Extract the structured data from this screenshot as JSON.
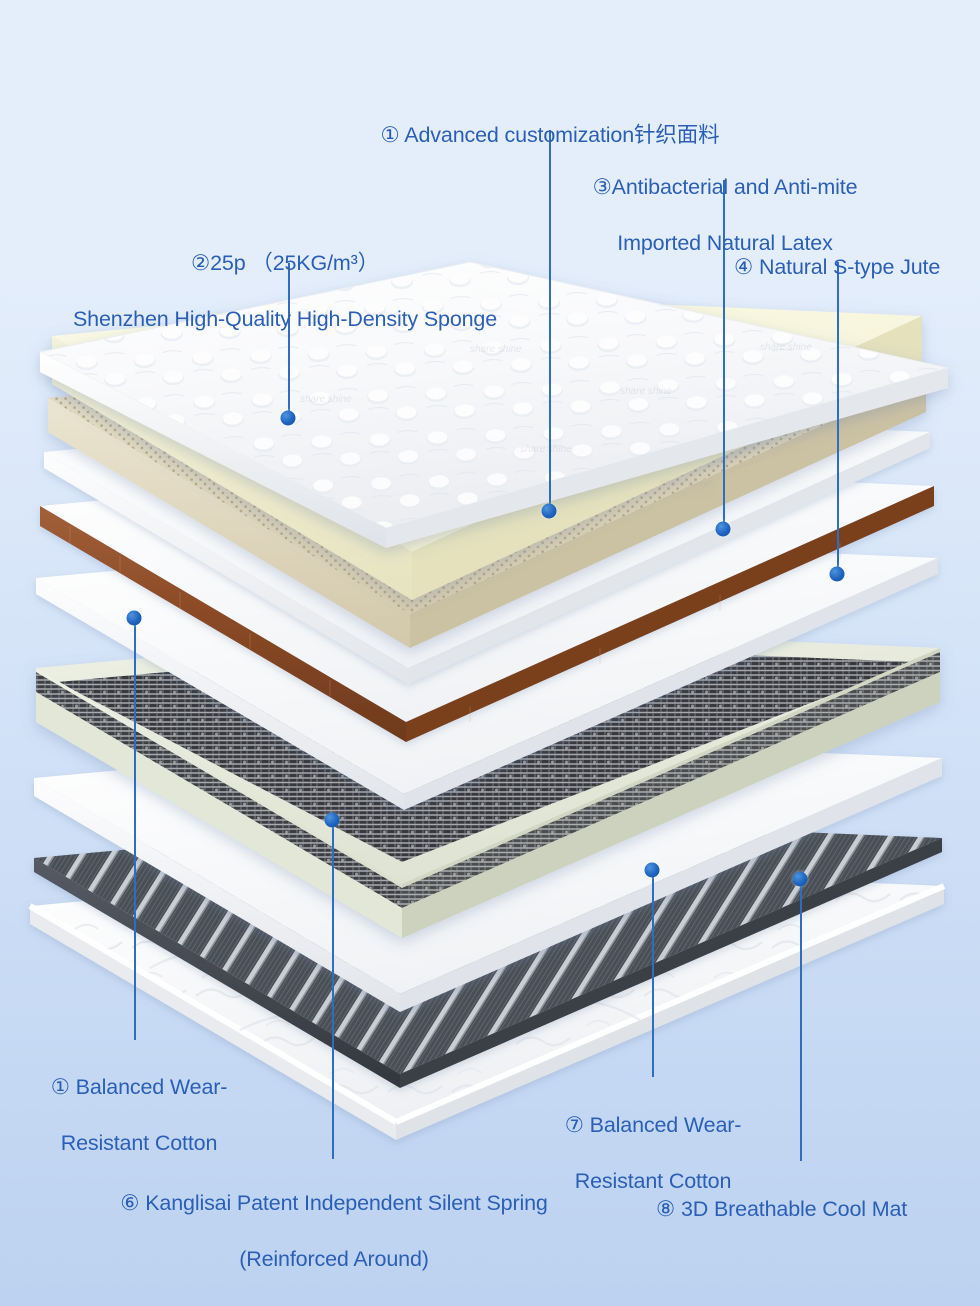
{
  "page": {
    "title": "Mattress Layer Structure Diagram",
    "background_top": "#e4eefb",
    "background_bottom": "#bcd2f0",
    "text_color": "#2a5fb5",
    "leader_color": "#2f6dbe",
    "dot_color": "#1f63bf"
  },
  "labels": [
    {
      "id": "layer-1-knit-fabric",
      "marker": "①",
      "text": "① Advanced customization针织面料",
      "line1": "① Advanced customization针织面料",
      "line2": ""
    },
    {
      "id": "layer-2-sponge",
      "marker": "②",
      "line1": "②25p （25KG/m³）",
      "line2": "Shenzhen High-Quality High-Density Sponge"
    },
    {
      "id": "layer-3-latex",
      "marker": "③",
      "line1": "③Antibacterial and Anti-mite",
      "line2": "Imported Natural Latex"
    },
    {
      "id": "layer-4-jute",
      "marker": "④",
      "line1": "④ Natural S-type Jute",
      "line2": ""
    },
    {
      "id": "layer-5-cotton-top",
      "marker": "①",
      "line1": "① Balanced Wear-",
      "line2": "Resistant Cotton"
    },
    {
      "id": "layer-6-spring",
      "marker": "⑥",
      "line1": "⑥ Kanglisai Patent Independent Silent Spring",
      "line2": "(Reinforced Around)"
    },
    {
      "id": "layer-7-cotton-bottom",
      "marker": "⑦",
      "line1": "⑦ Balanced Wear-",
      "line2": "Resistant Cotton"
    },
    {
      "id": "layer-8-cool-mat",
      "marker": "⑧",
      "line1": "⑧ 3D Breathable Cool Mat",
      "line2": ""
    }
  ],
  "layers": [
    {
      "id": "knit-fabric",
      "name": "Advanced customization knit fabric",
      "color": "#ffffff",
      "side": "#e8eaee"
    },
    {
      "id": "sponge",
      "name": "High-Density Sponge",
      "color": "#f7f6dd",
      "side": "#ecead0"
    },
    {
      "id": "latex",
      "name": "Imported Natural Latex",
      "color": "#ded6bd",
      "side": "#cfc5a8"
    },
    {
      "id": "cotton-upper",
      "name": "Balanced Wear-Resistant Cotton",
      "color": "#fdfdfd",
      "side": "#e6e8ec"
    },
    {
      "id": "jute",
      "name": "Natural S-type Jute",
      "color": "#ffffff",
      "side": "#8d4c27"
    },
    {
      "id": "cotton-mid",
      "name": "Balanced Wear-Resistant Cotton",
      "color": "#fdfdfd",
      "side": "#e6e8ec"
    },
    {
      "id": "spring-unit",
      "name": "Independent Silent Spring",
      "color": "#e7eadd",
      "side": "#3c3c3c"
    },
    {
      "id": "cotton-lower",
      "name": "Balanced Wear-Resistant Cotton",
      "color": "#fdfdfd",
      "side": "#e4e7ec"
    },
    {
      "id": "cool-mat",
      "name": "3D Breathable Cool Mat",
      "color": "#4a4f57",
      "side": "#31353c"
    },
    {
      "id": "base-cover",
      "name": "Bottom quilted cover",
      "color": "#fbfbfb",
      "side": "#e9ebef"
    }
  ]
}
